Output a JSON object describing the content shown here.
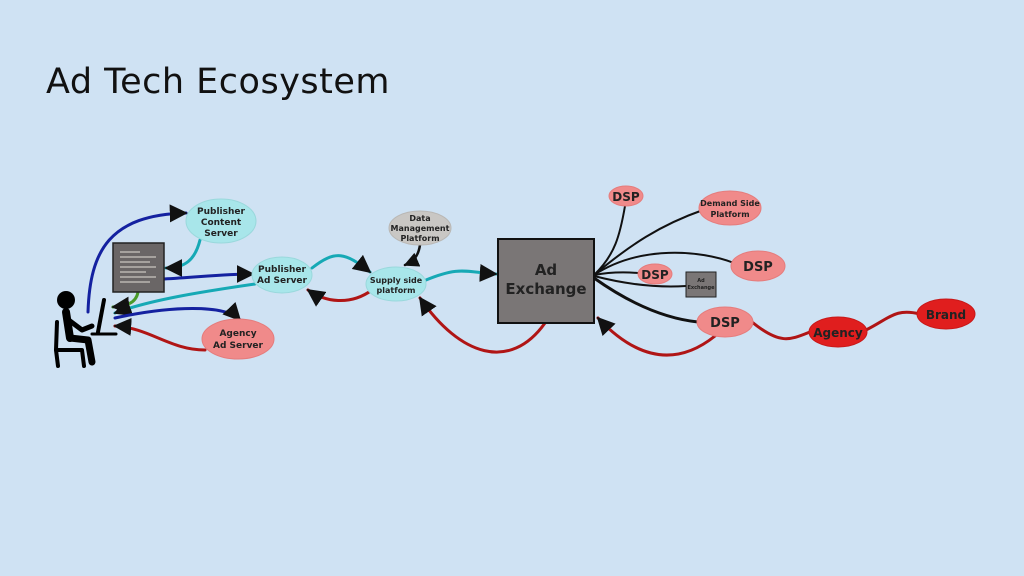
{
  "title": "Ad Tech Ecosystem",
  "colors": {
    "background": "#cfe2f3",
    "cyan_node": "#a8e6ea",
    "pink_node": "#f08a8a",
    "red_node": "#e01e1e",
    "gray_node": "#c9c7c4",
    "box": "#7a7676",
    "blue_edge": "#1421a0",
    "teal_edge": "#16a9b5",
    "red_edge": "#b01515",
    "green_edge": "#4a9a2a",
    "black_edge": "#111111"
  },
  "nodes": {
    "publisher_content_server": [
      "Publisher",
      "Content",
      "Server"
    ],
    "publisher_ad_server": [
      "Publisher",
      "Ad Server"
    ],
    "agency_ad_server": [
      "Agency",
      "Ad Server"
    ],
    "data_management_platform": [
      "Data",
      "Management",
      "Platform"
    ],
    "supply_side_platform": [
      "Supply side",
      "platform"
    ],
    "ad_exchange": [
      "Ad",
      "Exchange"
    ],
    "dsp_top": "DSP",
    "demand_side_platform": [
      "Demand Side",
      "Platform"
    ],
    "dsp_small": "DSP",
    "dsp_right": "DSP",
    "small_ad_exchange": [
      "Ad",
      "Exchange"
    ],
    "dsp_bottom": "DSP",
    "agency": "Agency",
    "brand": "Brand"
  },
  "icons": {
    "user": "person-at-computer-icon",
    "webpage": "webpage-thumbnail-icon"
  }
}
